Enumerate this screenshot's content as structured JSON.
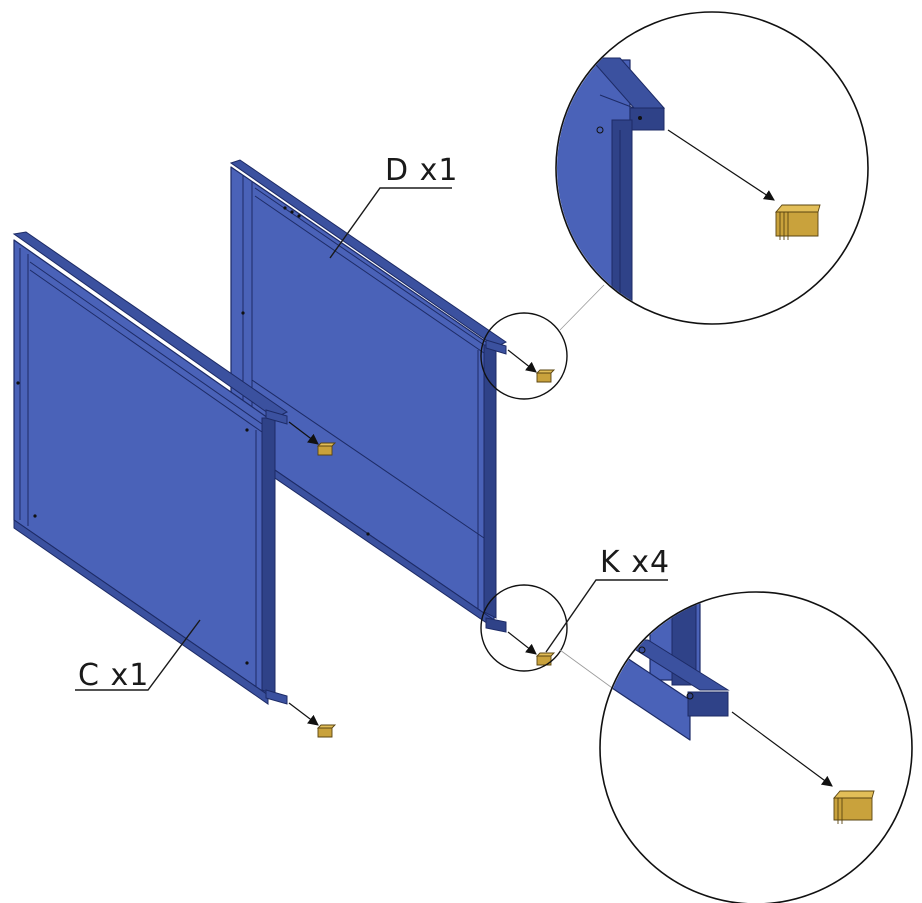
{
  "figure": {
    "labels": {
      "panel_d": "D x1",
      "panel_c": "C x1",
      "clip_k": "K x4"
    },
    "colors": {
      "panel": "#4a62b8",
      "panel_outline": "#1d2b66",
      "clip": "#c9a23c",
      "background": "#ffffff"
    }
  }
}
